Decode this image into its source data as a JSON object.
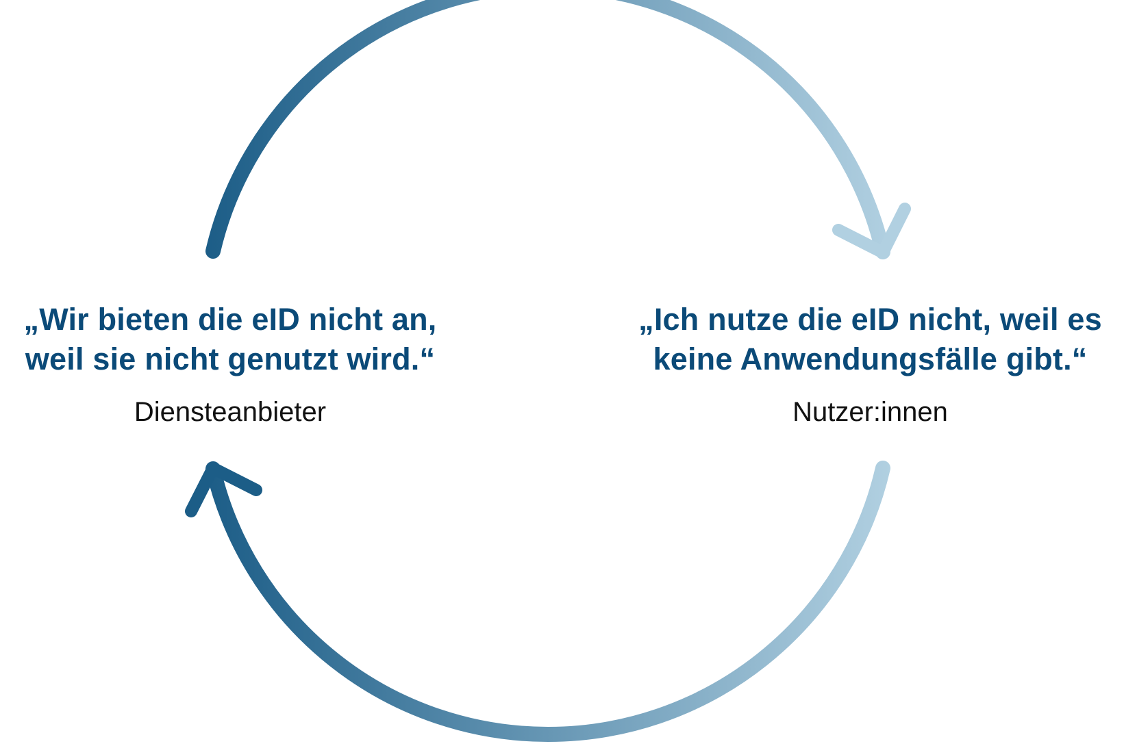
{
  "diagram": {
    "type": "cycle",
    "left": {
      "quote_line1": "„Wir bieten die eID nicht an,",
      "quote_line2": "weil sie nicht genutzt wird.“",
      "actor": "Diensteanbieter"
    },
    "right": {
      "quote_line1": "„Ich nutze die eID nicht, weil es",
      "quote_line2": "keine Anwendungsfälle gibt.“",
      "actor": "Nutzer:innen"
    },
    "arrows": [
      {
        "name": "top-arc",
        "from": "Diensteanbieter",
        "to": "Nutzer:innen",
        "direction": "clockwise"
      },
      {
        "name": "bottom-arc",
        "from": "Nutzer:innen",
        "to": "Diensteanbieter",
        "direction": "clockwise"
      }
    ],
    "colors": {
      "dark": "#1c5d87",
      "light": "#b1d0e1",
      "quote_text": "#0b4a78",
      "label_text": "#111111"
    }
  }
}
